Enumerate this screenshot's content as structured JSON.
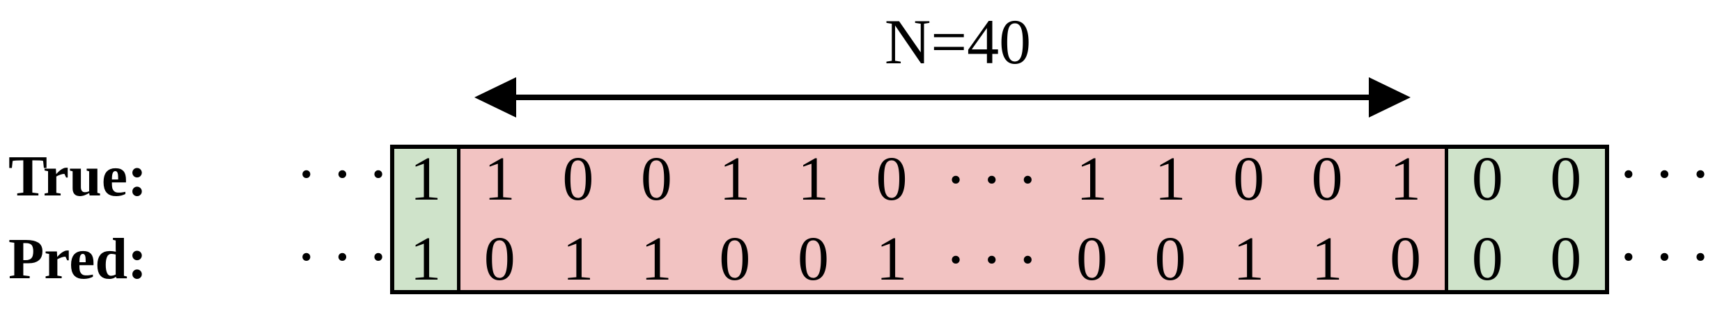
{
  "annotation": {
    "n_label": "N=40",
    "ellipsis": "···"
  },
  "rows": [
    {
      "label": "True:"
    },
    {
      "label": "Pred:"
    }
  ],
  "legend_colors": {
    "match": "#cfe3ca",
    "mismatch": "#f2c3c2",
    "border": "#000000"
  },
  "sequence": {
    "cells": [
      {
        "true": "1",
        "pred": "1",
        "state": "match",
        "ellipsis": false
      },
      {
        "true": "1",
        "pred": "0",
        "state": "mismatch",
        "ellipsis": false
      },
      {
        "true": "0",
        "pred": "1",
        "state": "mismatch",
        "ellipsis": false
      },
      {
        "true": "0",
        "pred": "1",
        "state": "mismatch",
        "ellipsis": false
      },
      {
        "true": "1",
        "pred": "0",
        "state": "mismatch",
        "ellipsis": false
      },
      {
        "true": "1",
        "pred": "0",
        "state": "mismatch",
        "ellipsis": false
      },
      {
        "true": "0",
        "pred": "1",
        "state": "mismatch",
        "ellipsis": false
      },
      {
        "true": "···",
        "pred": "···",
        "state": "mismatch",
        "ellipsis": true
      },
      {
        "true": "1",
        "pred": "0",
        "state": "mismatch",
        "ellipsis": false
      },
      {
        "true": "1",
        "pred": "0",
        "state": "mismatch",
        "ellipsis": false
      },
      {
        "true": "0",
        "pred": "1",
        "state": "mismatch",
        "ellipsis": false
      },
      {
        "true": "0",
        "pred": "1",
        "state": "mismatch",
        "ellipsis": false
      },
      {
        "true": "1",
        "pred": "0",
        "state": "mismatch",
        "ellipsis": false
      },
      {
        "true": "0",
        "pred": "0",
        "state": "match",
        "ellipsis": false
      },
      {
        "true": "0",
        "pred": "0",
        "state": "match",
        "ellipsis": false
      }
    ]
  }
}
